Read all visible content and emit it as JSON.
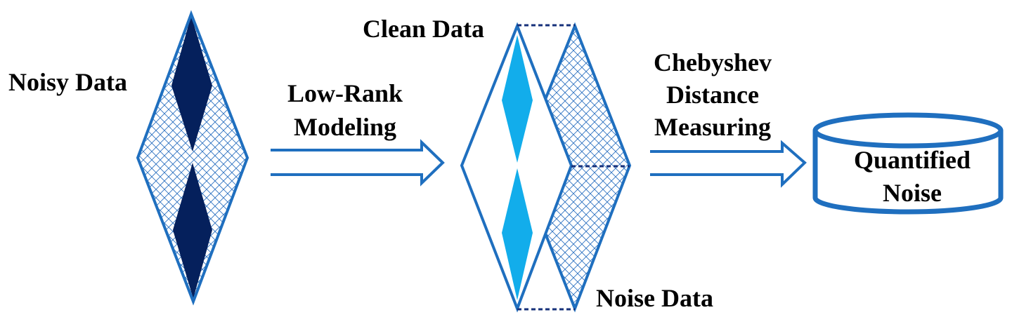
{
  "labels": {
    "noisy_data": "Noisy Data",
    "low_rank_line1": "Low-Rank",
    "low_rank_line2": "Modeling",
    "clean_data": "Clean Data",
    "chebyshev_line1": "Chebyshev",
    "chebyshev_line2": "Distance",
    "chebyshev_line3": "Measuring",
    "noise_data": "Noise Data",
    "quantified_line1": "Quantified",
    "quantified_line2": "Noise"
  },
  "colors": {
    "outline": "#1F6FBF",
    "dark_fill": "#05205C",
    "light_fill": "#12ADEB",
    "hatch": "#2E73C2",
    "dashed": "#16307A"
  }
}
